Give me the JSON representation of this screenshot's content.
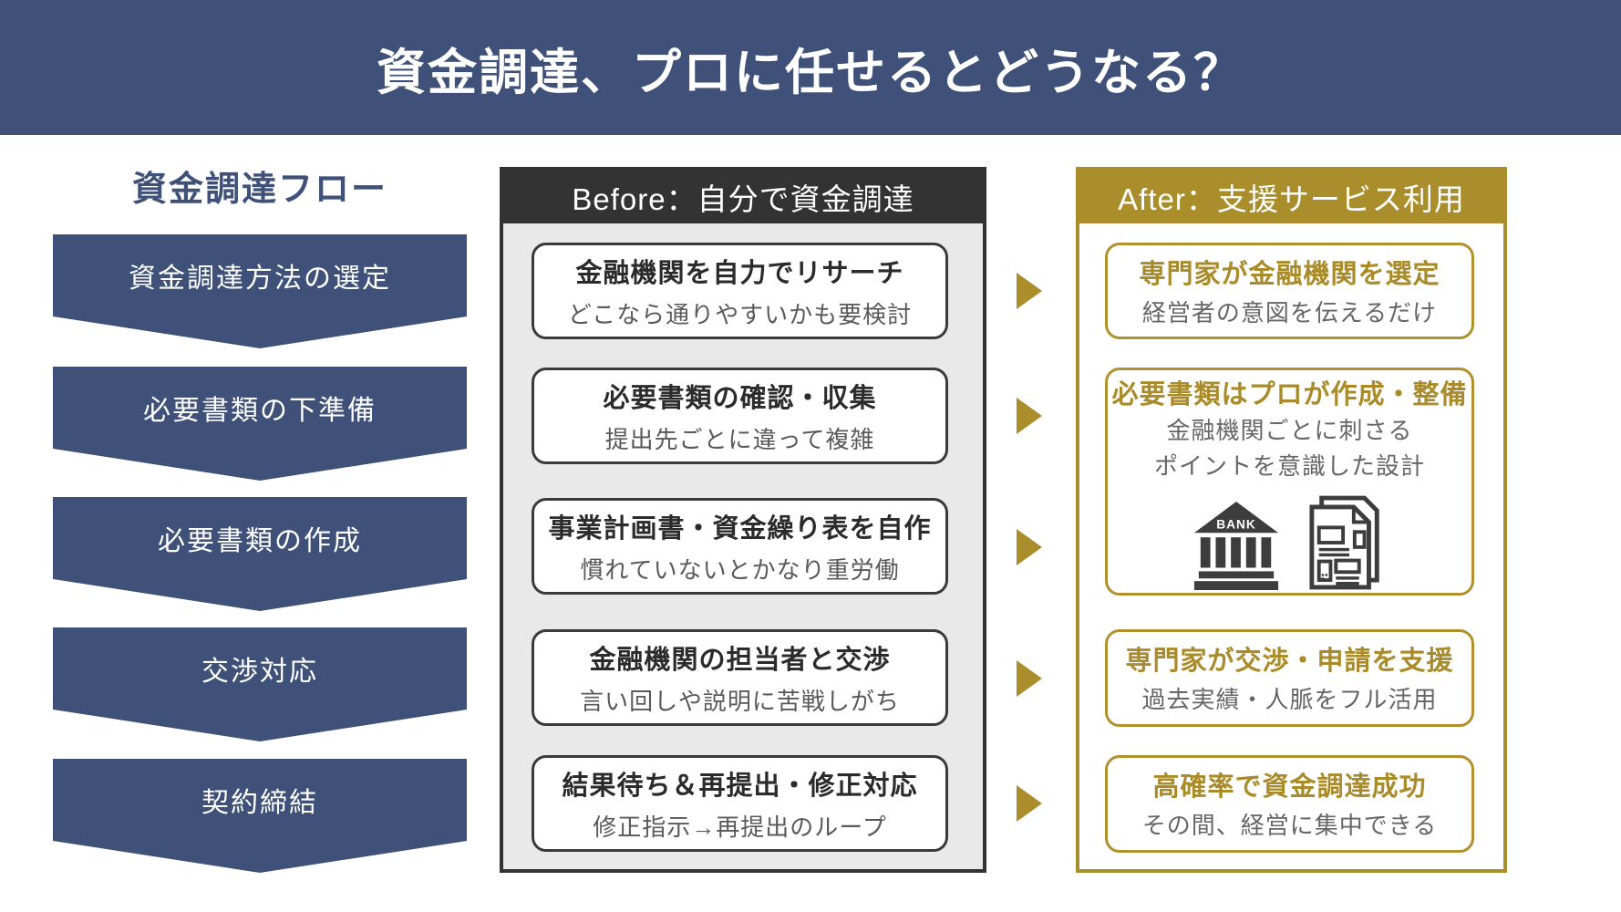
{
  "banner": {
    "title": "資金調達、プロに任せるとどうなる？"
  },
  "flow": {
    "title": "資金調達フロー",
    "steps": [
      "資金調達方法の選定",
      "必要書類の下準備",
      "必要書類の作成",
      "交渉対応",
      "契約締結"
    ]
  },
  "before": {
    "header": "Before：自分で資金調達",
    "items": [
      {
        "title": "金融機関を自力でリサーチ",
        "subtitle": "どこなら通りやすいかも要検討"
      },
      {
        "title": "必要書類の確認・収集",
        "subtitle": "提出先ごとに違って複雑"
      },
      {
        "title": "事業計画書・資金繰り表を自作",
        "subtitle": "慣れていないとかなり重労働"
      },
      {
        "title": "金融機関の担当者と交渉",
        "subtitle": "言い回しや説明に苦戦しがち"
      },
      {
        "title": "結果待ち＆再提出・修正対応",
        "subtitle": "修正指示→再提出のループ"
      }
    ]
  },
  "after": {
    "header": "After：支援サービス利用",
    "items": [
      {
        "title": "専門家が金融機関を選定",
        "subtitle": "経営者の意図を伝えるだけ"
      },
      {
        "title": "必要書類はプロが作成・整備",
        "subtitle_line1": "金融機関ごとに刺さる",
        "subtitle_line2": "ポイントを意識した設計",
        "bank_label": "BANK"
      },
      {
        "title": "専門家が交渉・申請を支援",
        "subtitle": "過去実績・人脈をフル活用"
      },
      {
        "title": "高確率で資金調達成功",
        "subtitle": "その間、経営に集中できる"
      }
    ]
  },
  "icons": {
    "bank": "bank-icon",
    "documents": "documents-icon",
    "arrow": "arrow-right-icon"
  },
  "colors": {
    "navy": "#3f5178",
    "gold": "#ab8e2c",
    "gold_text": "#a98b2a",
    "dark_header": "#333333",
    "panel_gray": "#e9e9e9",
    "icon_dark": "#3d3d3d"
  }
}
